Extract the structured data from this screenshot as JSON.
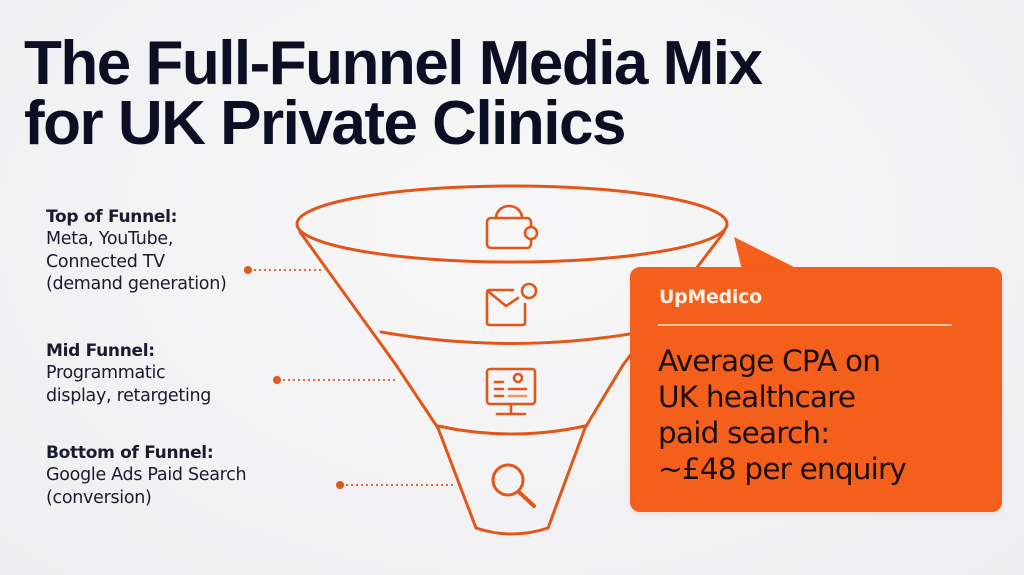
{
  "title": {
    "line1": "The Full-Funnel Media Mix",
    "line2": "for UK Private Clinics"
  },
  "stages": [
    {
      "heading": "Top of Funnel:",
      "lines": [
        "Meta, YouTube,",
        "Connected TV",
        "(demand generation)"
      ],
      "icon": "wallet-icon"
    },
    {
      "heading": "Mid Funnel:",
      "lines": [
        "Programmatic",
        "display, retargeting"
      ],
      "icon": "monitor-display-icon"
    },
    {
      "heading": "Bottom of Funnel:",
      "lines": [
        "Google Ads Paid Search",
        "(conversion)"
      ],
      "icon": "search-icon"
    }
  ],
  "funnel_icons": [
    "wallet-icon",
    "envelope-notification-icon",
    "monitor-display-icon",
    "search-icon"
  ],
  "callout": {
    "brand": "UpMedico",
    "stat_lines": [
      "Average CPA on",
      "UK healthcare",
      "paid search:",
      "~£48 per enquiry"
    ]
  },
  "colors": {
    "accent": "#f4601b",
    "stroke": "#e2561a",
    "title": "#0d0e23",
    "background": "#f2f2f4"
  }
}
